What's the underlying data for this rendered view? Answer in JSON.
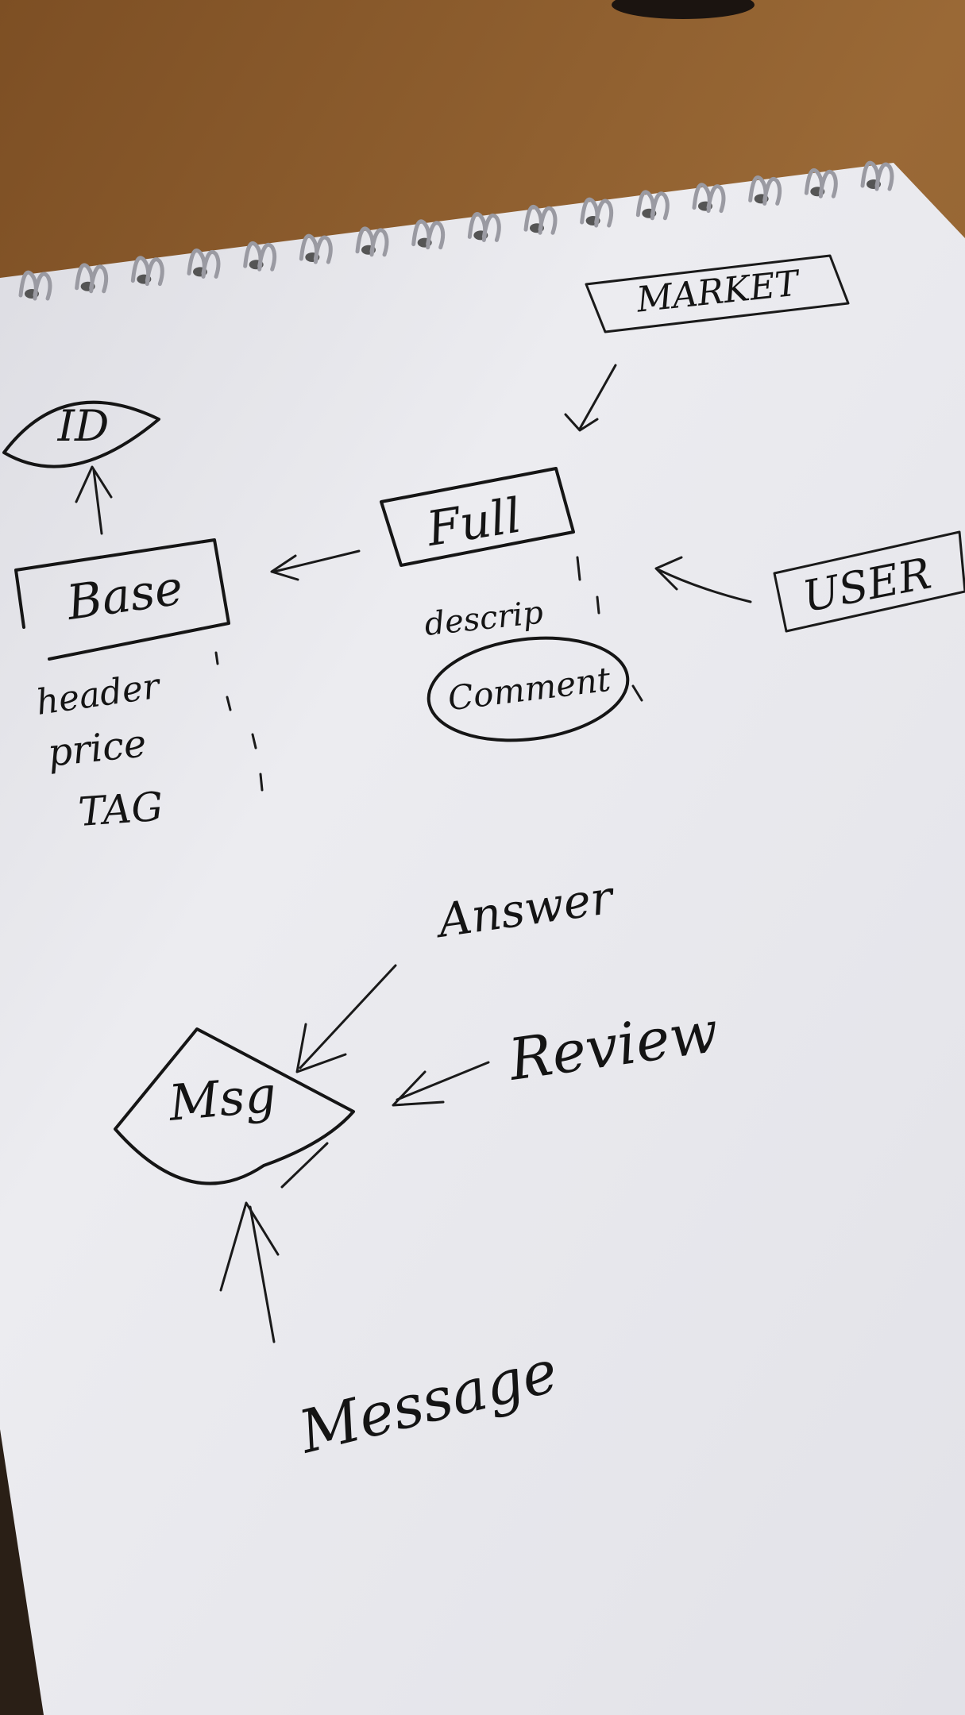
{
  "diagram": {
    "entities": [
      {
        "id": "market",
        "label": "MARKET",
        "shape": "rectangle"
      },
      {
        "id": "full",
        "label": "Full",
        "shape": "rectangle"
      },
      {
        "id": "base",
        "label": "Base",
        "shape": "rectangle"
      },
      {
        "id": "user",
        "label": "USER",
        "shape": "rectangle"
      }
    ],
    "attributes": [
      {
        "id": "id",
        "label": "ID",
        "shape": "eye"
      },
      {
        "id": "comment",
        "label": "Comment",
        "shape": "ellipse"
      }
    ],
    "relationship": {
      "id": "msg",
      "label": "Msg",
      "shape": "diamond"
    },
    "field_lists": {
      "full": [
        "descrip"
      ],
      "base": [
        "header",
        "price",
        "TAG"
      ]
    },
    "sources": [
      {
        "id": "answer",
        "label": "Answer"
      },
      {
        "id": "review",
        "label": "Review"
      },
      {
        "id": "message",
        "label": "Message"
      }
    ],
    "arrows": [
      {
        "from": "market",
        "to": "full"
      },
      {
        "from": "user",
        "to": "full"
      },
      {
        "from": "full",
        "to": "base"
      },
      {
        "from": "base",
        "to": "id"
      },
      {
        "from": "answer",
        "to": "msg"
      },
      {
        "from": "review",
        "to": "msg"
      },
      {
        "from": "message",
        "to": "msg"
      }
    ]
  },
  "colors": {
    "desk": "#8a5a2e",
    "paper": "#e7e7ec",
    "ink": "#151515",
    "spiral": "#9a9aa2"
  }
}
